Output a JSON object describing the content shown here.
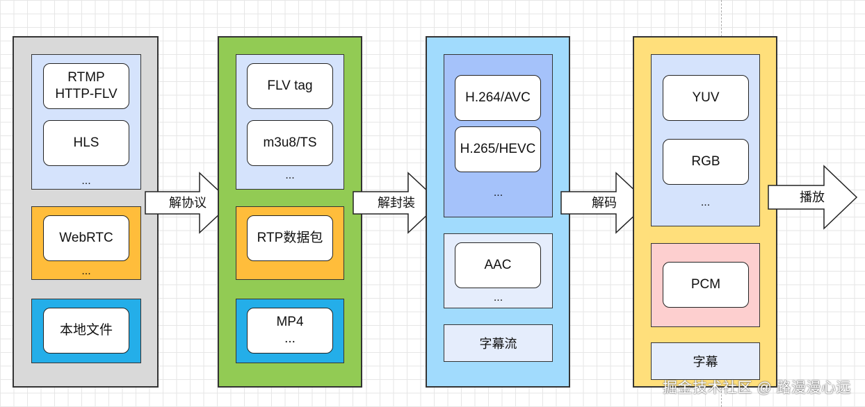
{
  "colors": {
    "gray": "#d9d9d9",
    "green": "#92cb54",
    "cyan": "#a1dbfd",
    "yellow": "#ffdf7b",
    "lightblue": "#d5e3fc",
    "blue": "#a5c2fa",
    "orange": "#ffbd3b",
    "skyblue": "#24aee9",
    "pink": "#fdcfcf",
    "paleblue": "#e5edfc"
  },
  "col1": {
    "protocols": [
      "RTMP\nHTTP-FLV",
      "HLS"
    ],
    "protocols_more": "...",
    "webrtc": "WebRTC",
    "webrtc_more": "...",
    "local_file": "本地文件"
  },
  "col2": {
    "items": [
      "FLV tag",
      "m3u8/TS"
    ],
    "items_more": "...",
    "rtp": "RTP数据包",
    "mp4": "MP4\n..."
  },
  "col3": {
    "video": [
      "H.264/AVC",
      "H.265/HEVC"
    ],
    "video_more": "...",
    "audio": "AAC",
    "audio_more": "...",
    "subtitle": "字幕流"
  },
  "col4": {
    "video": [
      "YUV",
      "RGB"
    ],
    "video_more": "...",
    "audio": "PCM",
    "subtitle": "字幕"
  },
  "arrows": [
    "解协议",
    "解封装",
    "解码",
    "播放"
  ],
  "watermark": "掘金技术社区 @ 路漫漫心远"
}
